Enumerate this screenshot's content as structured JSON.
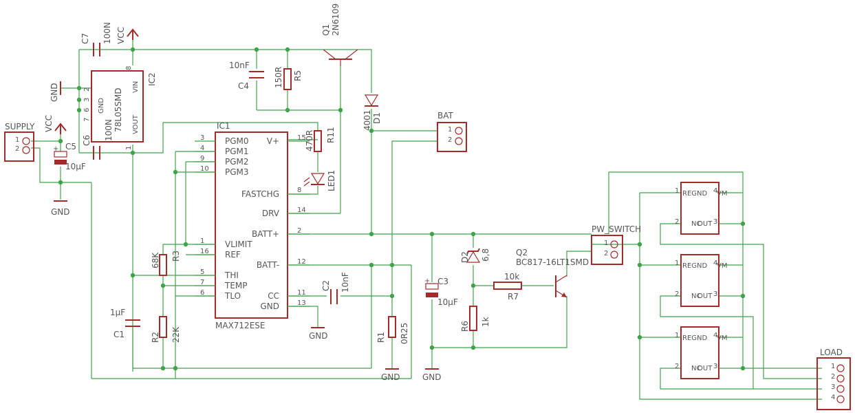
{
  "components": {
    "C7": {
      "ref": "C7",
      "value": "100N"
    },
    "VCC_top": {
      "label": "VCC"
    },
    "IC2": {
      "ref": "IC2",
      "value": "78L05SMD",
      "pins": {
        "GND": "GND",
        "VIN": "VIN",
        "VOUT": "VOUT",
        "n8": "8",
        "n1": "1",
        "n2": "2",
        "n3": "3",
        "n6": "6",
        "n7": "7"
      }
    },
    "C6": {
      "ref": "C6",
      "value": "100N"
    },
    "GND_ic2": {
      "label": "GND"
    },
    "SUPPLY": {
      "ref": "SUPPLY",
      "pins": [
        "1",
        "2"
      ]
    },
    "VCC_left": {
      "label": "VCC"
    },
    "C5": {
      "ref": "C5",
      "value": "10µF"
    },
    "GND_left": {
      "label": "GND"
    },
    "C4": {
      "ref": "C4",
      "value": "10nF"
    },
    "R5": {
      "ref": "R5",
      "value": "150R"
    },
    "Q1": {
      "ref": "Q1",
      "value": "2N6109"
    },
    "D1": {
      "ref": "D1",
      "value": "4001"
    },
    "BAT": {
      "ref": "BAT",
      "pins": [
        "1",
        "2"
      ]
    },
    "R11": {
      "ref": "R11",
      "value": "470R"
    },
    "LED1": {
      "ref": "LED1",
      "pin": "8"
    },
    "IC1": {
      "ref": "IC1",
      "value": "MAX712ESE",
      "left_pins": [
        {
          "name": "PGM0",
          "num": "3"
        },
        {
          "name": "PGM1",
          "num": "4"
        },
        {
          "name": "PGM2",
          "num": "9"
        },
        {
          "name": "PGM3",
          "num": "10"
        },
        {
          "name": "VLIMIT",
          "num": "1"
        },
        {
          "name": "REF",
          "num": "16"
        },
        {
          "name": "THI",
          "num": "5"
        },
        {
          "name": "TEMP",
          "num": "7"
        },
        {
          "name": "TLO",
          "num": "6"
        }
      ],
      "right_pins": [
        {
          "name": "V+",
          "num": "15"
        },
        {
          "name": "FASTCHG",
          "num": ""
        },
        {
          "name": "DRV",
          "num": "14"
        },
        {
          "name": "BATT+",
          "num": "2"
        },
        {
          "name": "BATT-",
          "num": "12"
        },
        {
          "name": "CC",
          "num": "11"
        },
        {
          "name": "GND",
          "num": "13"
        }
      ]
    },
    "R3": {
      "ref": "R3",
      "value": "68K"
    },
    "R2": {
      "ref": "R2",
      "value": "22K"
    },
    "C1": {
      "ref": "C1",
      "value": "1µF"
    },
    "C2": {
      "ref": "C2",
      "value": "10nF"
    },
    "GND_ic1": {
      "label": "GND"
    },
    "R1": {
      "ref": "R1",
      "value": "0R25"
    },
    "GND_r1": {
      "label": "GND"
    },
    "C3": {
      "ref": "C3",
      "value": "10µF"
    },
    "GND_c3": {
      "label": "GND"
    },
    "D2": {
      "ref": "D2",
      "value": "6,8"
    },
    "R7": {
      "ref": "R7",
      "value": "10k"
    },
    "R6": {
      "ref": "R6",
      "value": "1k"
    },
    "Q2": {
      "ref": "Q2",
      "value": "BC817-16LT1SMD"
    },
    "PW_SWITCH": {
      "ref": "PW_SWITCH",
      "pins": [
        "1",
        "2"
      ]
    },
    "Regulators": {
      "pin1": "1",
      "pin2": "2",
      "pin3": "3",
      "pin4": "4",
      "left1": "REGND",
      "right1": "VM",
      "left2": "NC",
      "right2": "OUT"
    },
    "LOAD": {
      "ref": "LOAD",
      "pins": [
        "1",
        "2",
        "3",
        "4"
      ]
    }
  }
}
